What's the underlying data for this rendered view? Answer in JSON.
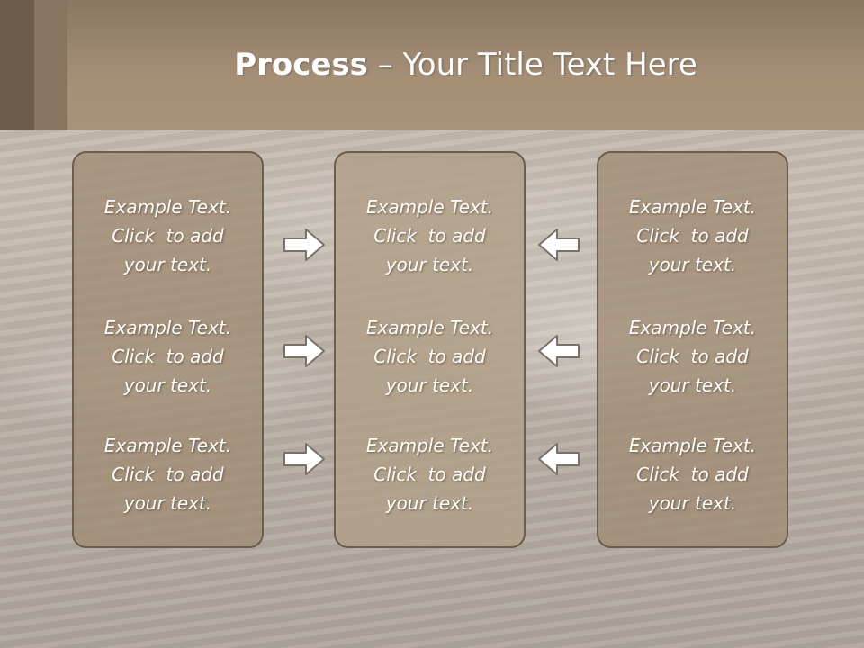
{
  "title": {
    "bold": "Process",
    "rest": " – Your Title Text Here"
  },
  "panels": {
    "left": [
      [
        "Example Text.",
        "Click  to add",
        "your text."
      ],
      [
        "Example Text.",
        "Click  to add",
        "your text."
      ],
      [
        "Example Text.",
        "Click  to add",
        "your text."
      ]
    ],
    "center": [
      [
        "Example Text.",
        "Click  to add",
        "your text."
      ],
      [
        "Example Text.",
        "Click  to add",
        "your text."
      ],
      [
        "Example Text.",
        "Click  to add",
        "your text."
      ]
    ],
    "right": [
      [
        "Example Text.",
        "Click  to add",
        "your text."
      ],
      [
        "Example Text.",
        "Click  to add",
        "your text."
      ],
      [
        "Example Text.",
        "Click  to add",
        "your text."
      ]
    ]
  },
  "icons": {
    "left_arrows": "arrow-right-icon",
    "right_arrows": "arrow-left-icon"
  },
  "colors": {
    "header": "#a58f77",
    "panel": "#a08c73",
    "panel_border": "#6b5d4f",
    "text": "#ffffff"
  }
}
